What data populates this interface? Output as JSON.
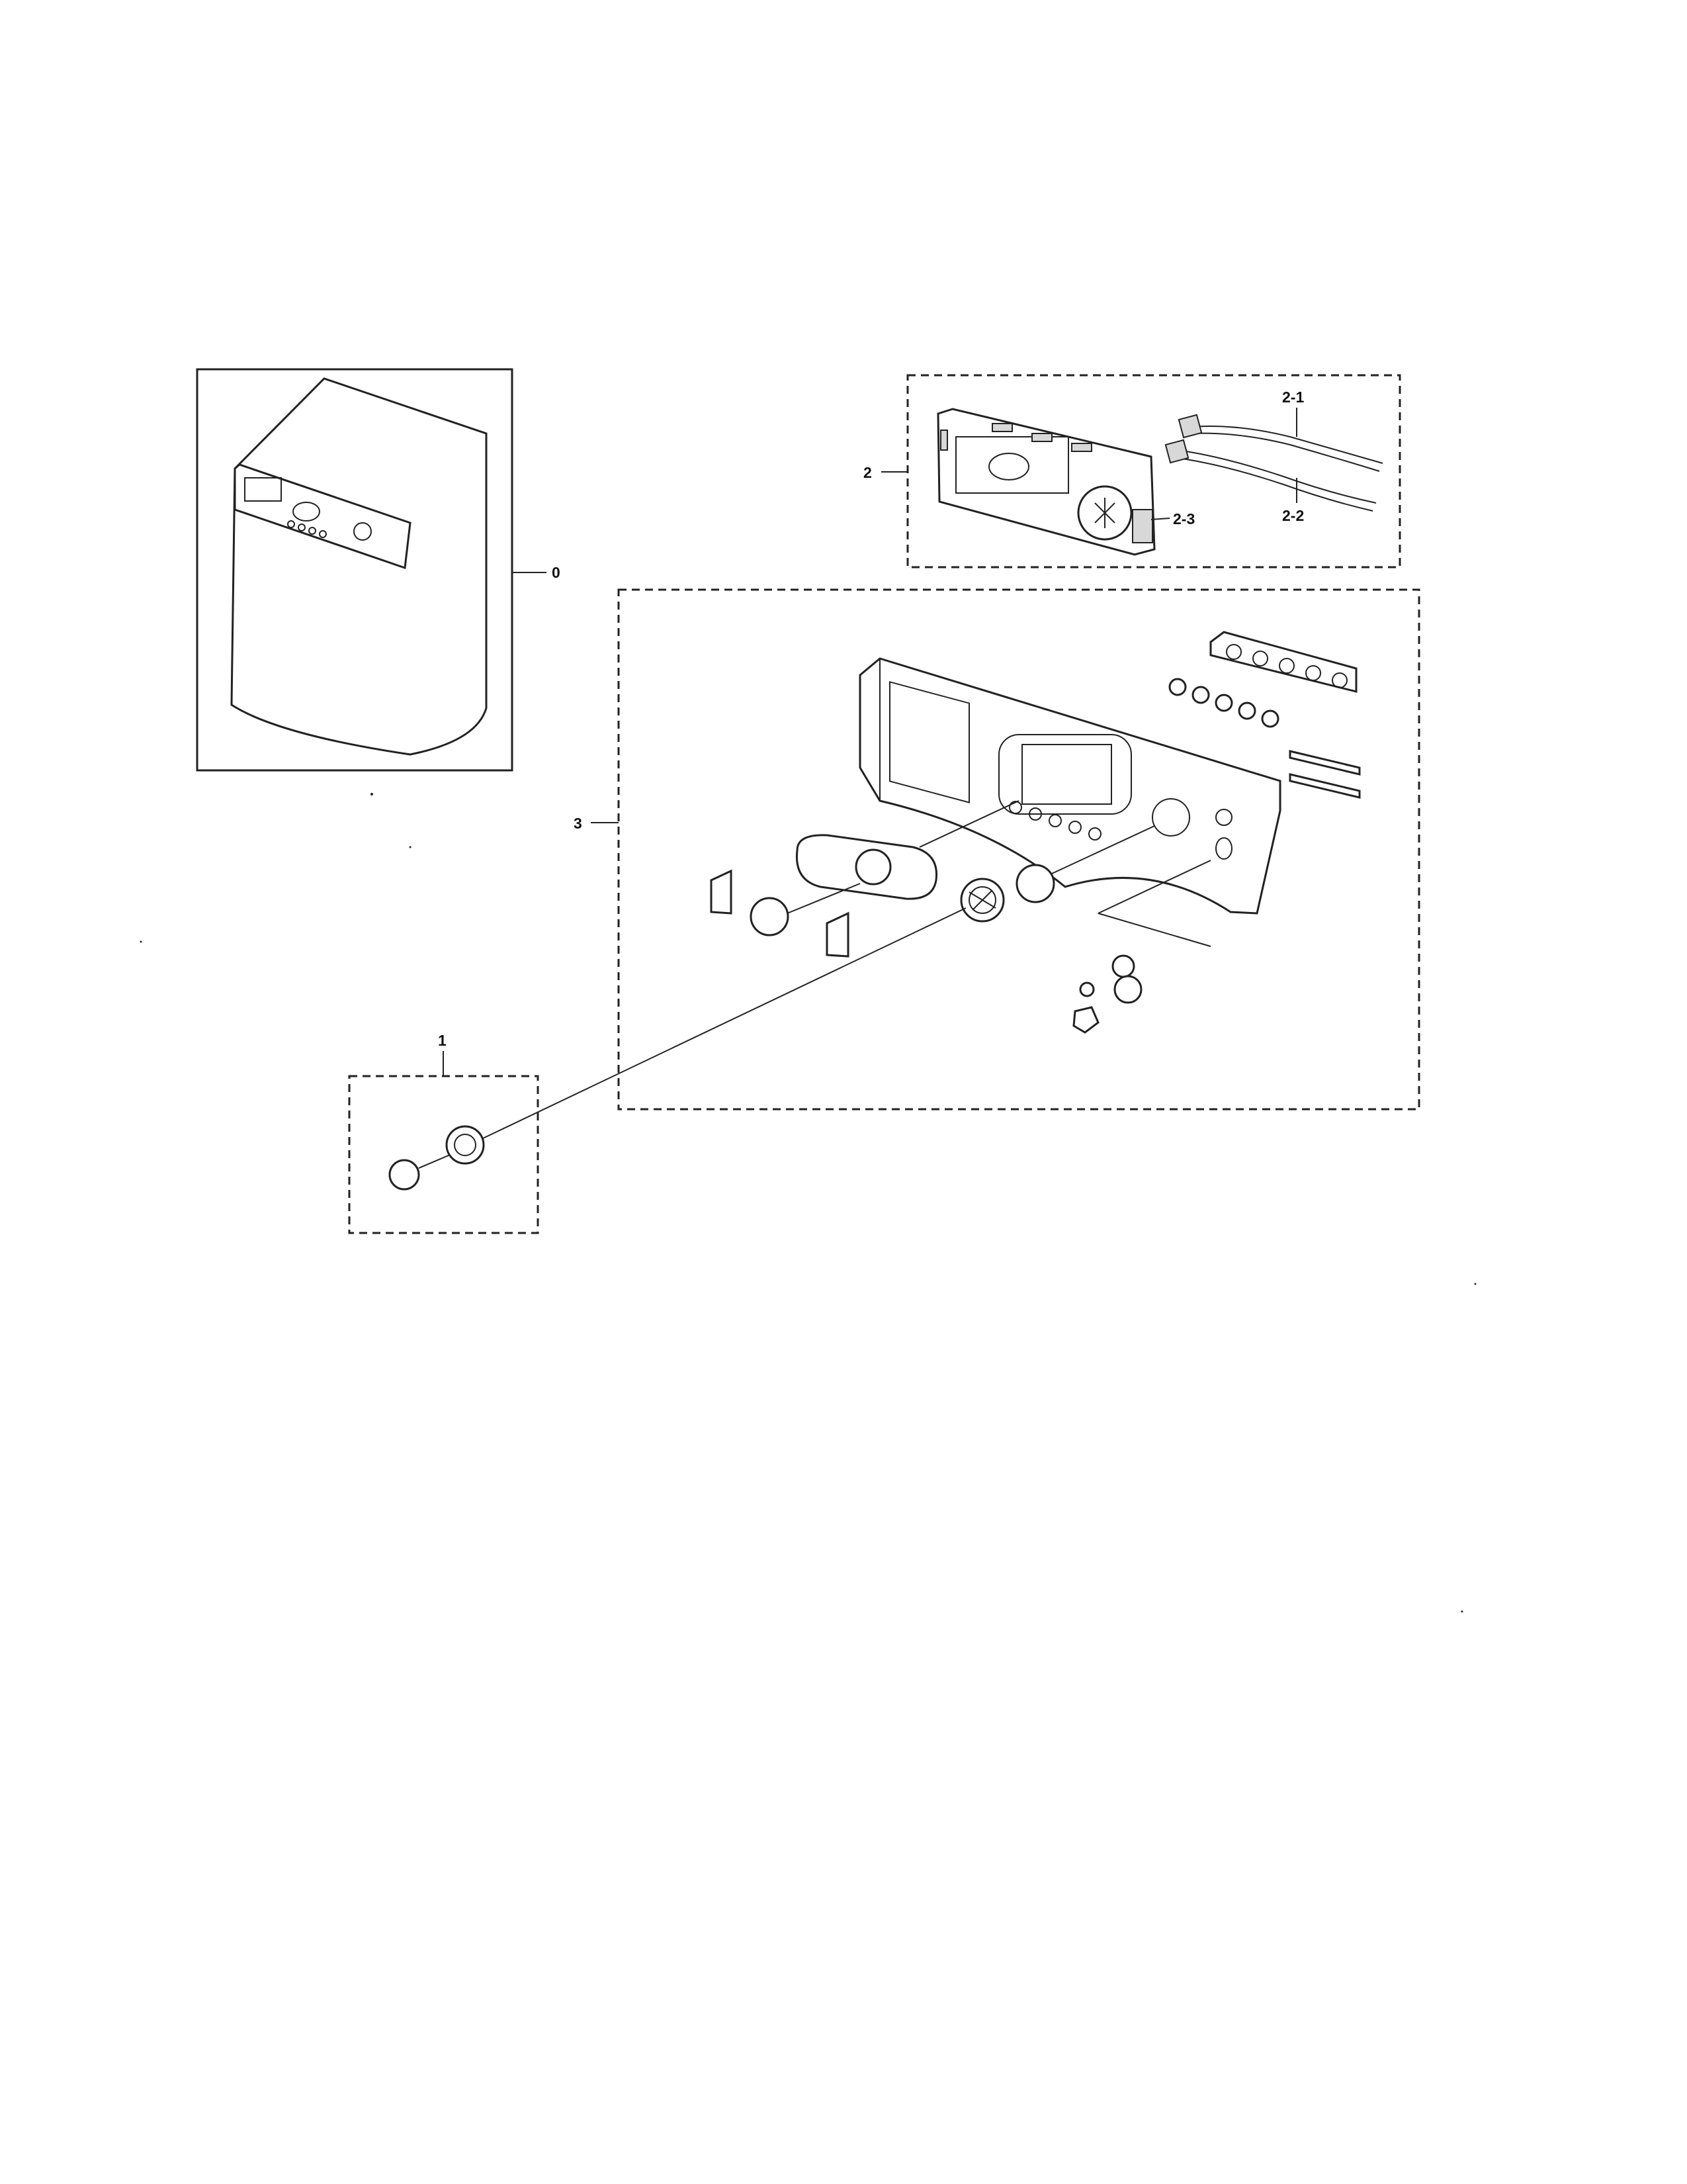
{
  "callouts": {
    "assembly": "0",
    "knob_assembly": "1",
    "pcb_assembly": "2",
    "wire_harness_1": "2-1",
    "wire_harness_2": "2-2",
    "encoder": "2-3",
    "control_panel_assembly": "3"
  }
}
